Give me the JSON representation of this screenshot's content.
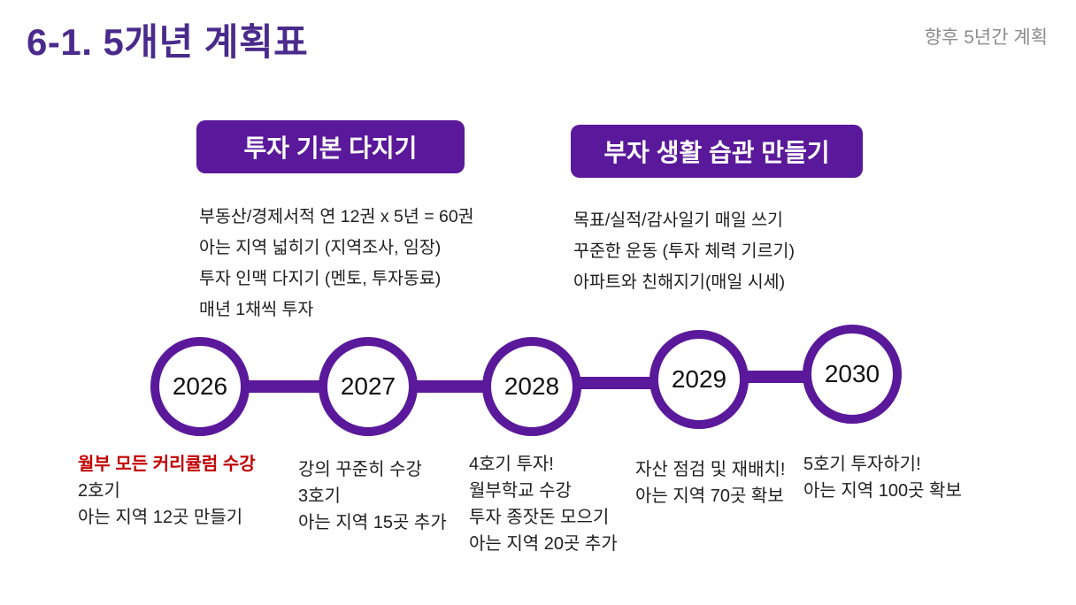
{
  "colors": {
    "title_purple": "#4A2B8C",
    "box_purple": "#5A189A",
    "highlight_red": "#C00000",
    "subtitle_gray": "#8C8C8C"
  },
  "header": {
    "title": "6-1. 5개년 계획표",
    "subtitle": "향후 5년간 계획"
  },
  "sections": [
    {
      "heading": "투자 기본 다지기",
      "lines": [
        "부동산/경제서적 연 12권 x 5년 = 60권",
        "아는 지역 넓히기 (지역조사, 임장)",
        "투자 인맥 다지기 (멘토, 투자동료)",
        "매년 1채씩 투자"
      ]
    },
    {
      "heading": "부자 생활 습관 만들기",
      "lines": [
        "목표/실적/감사일기 매일 쓰기",
        "꾸준한 운동 (투자 체력 기르기)",
        "아파트와 친해지기(매일 시세)"
      ]
    }
  ],
  "timeline": {
    "years": [
      "2026",
      "2027",
      "2028",
      "2029",
      "2030"
    ],
    "milestones": [
      {
        "year": "2026",
        "highlight": "월부 모든 커리큘럼 수강",
        "lines": [
          "2호기",
          "아는 지역  12곳 만들기"
        ]
      },
      {
        "year": "2027",
        "lines": [
          "강의 꾸준히 수강",
          "3호기",
          "아는 지역 15곳 추가"
        ]
      },
      {
        "year": "2028",
        "lines": [
          "4호기 투자!",
          "월부학교 수강",
          "투자 종잣돈 모으기",
          "아는 지역 20곳 추가"
        ]
      },
      {
        "year": "2029",
        "lines": [
          "자산 점검 및 재배치!",
          "아는 지역 70곳 확보"
        ]
      },
      {
        "year": "2030",
        "lines": [
          "5호기 투자하기!",
          "아는 지역 100곳 확보"
        ]
      }
    ]
  }
}
